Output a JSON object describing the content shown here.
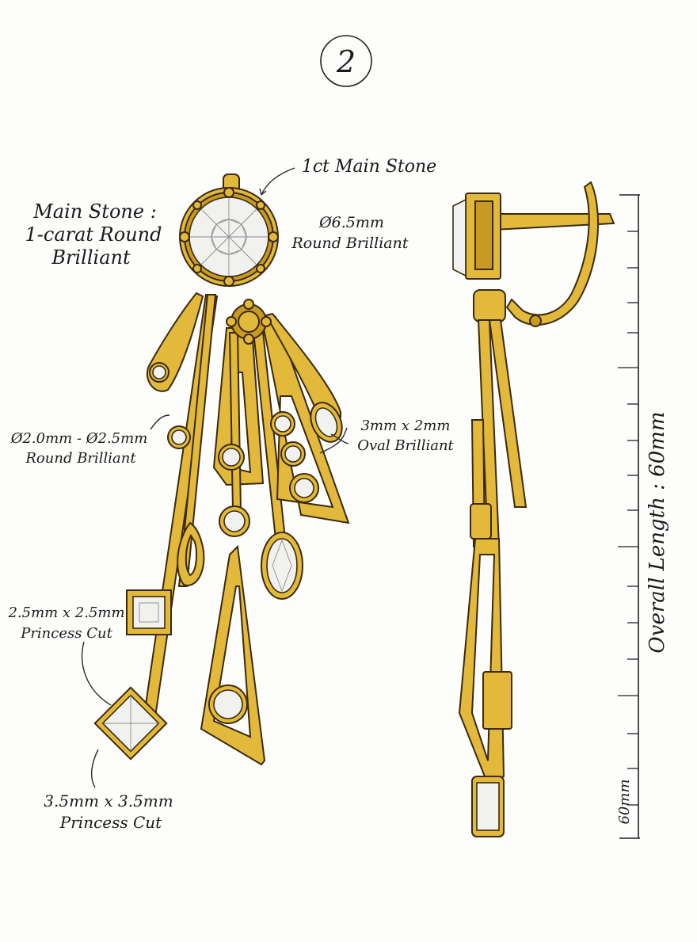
{
  "sheet_number": "2",
  "labels": {
    "main_stone_note_line1": "Main Stone :",
    "main_stone_note_line2": "1-carat Round",
    "main_stone_note_line3": "Brilliant",
    "main_stone_callout": "1ct Main Stone",
    "main_dim_line1": "Ø6.5mm",
    "main_dim_line2": "Round Brilliant",
    "small_round_line1": "Ø2.0mm - Ø2.5mm",
    "small_round_line2": "Round Brilliant",
    "oval_line1": "3mm x 2mm",
    "oval_line2": "Oval Brilliant",
    "princess_small_line1": "2.5mm x 2.5mm",
    "princess_small_line2": "Princess Cut",
    "princess_large_line1": "3.5mm x 3.5mm",
    "princess_large_line2": "Princess Cut"
  },
  "scale": {
    "title": "Overall Length : 60mm",
    "base_label": "60mm"
  },
  "colors": {
    "gold": "#e2b93b",
    "gold_shadow": "#c99a22",
    "outline": "#3a2a10",
    "stone": "#f1f1ef",
    "ink": "#1a1a1a"
  }
}
